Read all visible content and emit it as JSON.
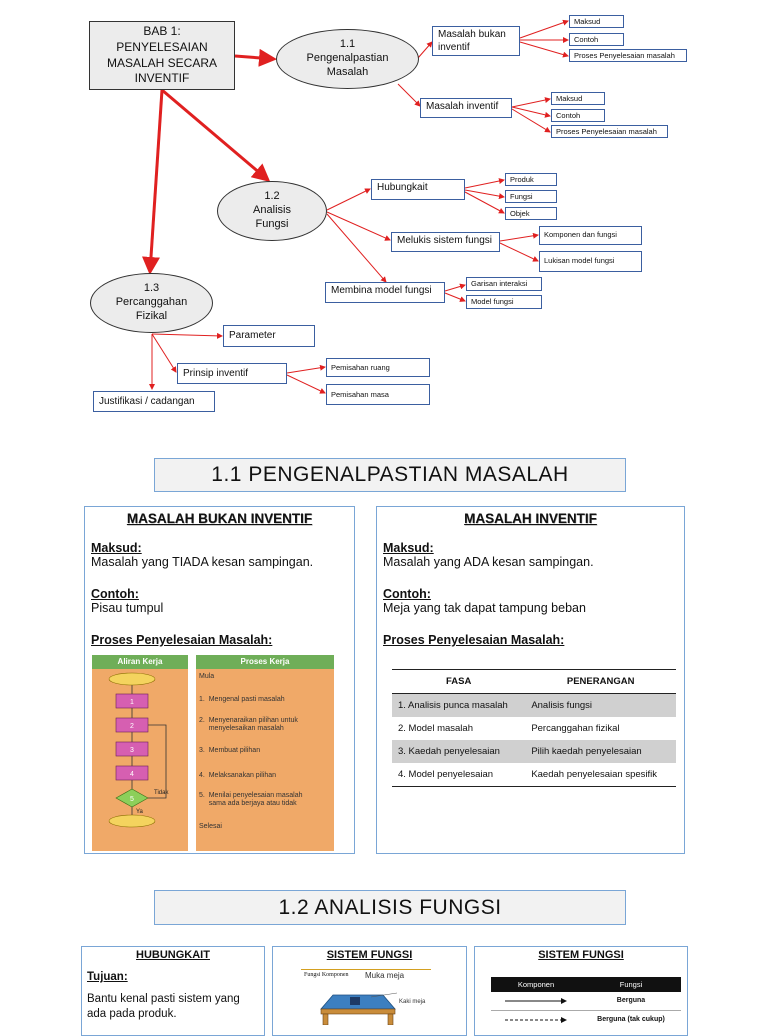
{
  "mindmap": {
    "root": "BAB 1:\nPENYELESAIAN\nMASALAH SECARA\nINVENTIF",
    "topic1": "1.1\nPengenalpastian\nMasalah",
    "topic2": "1.2\nAnalisis\nFungsi",
    "topic3": "1.3\nPercanggahan\nFizikal",
    "t1_branch1": "Masalah bukan inventif",
    "t1_branch2": "Masalah inventif",
    "t1_b1_leaves": [
      "Maksud",
      "Contoh",
      "Proses Penyelesaian masalah"
    ],
    "t1_b2_leaves": [
      "Maksud",
      "Contoh",
      "Proses Penyelesaian masalah"
    ],
    "t2_branch1": "Hubungkait",
    "t2_branch2": "Melukis sistem fungsi",
    "t2_branch3": "Membina model fungsi",
    "t2_b1_leaves": [
      "Produk",
      "Fungsi",
      "Objek"
    ],
    "t2_b2_leaves": [
      "Komponen dan fungsi",
      "Lukisan model fungsi"
    ],
    "t2_b3_leaves": [
      "Garisan interaksi",
      "Model fungsi"
    ],
    "t3_branch1": "Parameter",
    "t3_branch2": "Prinsip inventif",
    "t3_branch3": "Justifikasi / cadangan",
    "t3_b2_leaves": [
      "Pemisahan ruang",
      "Pemisahan masa"
    ]
  },
  "section1": {
    "title": "1.1 PENGENALPASTIAN MASALAH",
    "left": {
      "heading": "MASALAH BUKAN INVENTIF",
      "maksud_label": "Maksud:",
      "maksud_text": "Masalah yang TIADA kesan sampingan.",
      "contoh_label": "Contoh:",
      "contoh_text": "Pisau tumpul",
      "proses_label": "Proses Penyelesaian Masalah:",
      "flow_header_left": "Aliran Kerja",
      "flow_header_right": "Proses Kerja",
      "flow_nodes": [
        "1",
        "2",
        "3",
        "4",
        "5"
      ],
      "flow_tidak": "Tidak",
      "flow_ya": "Ya",
      "steps": [
        "Mula",
        "1.  Mengenal pasti masalah",
        "2.  Menyenaraikan pilihan untuk\n     menyelesaikan masalah",
        "3.  Membuat pilihan",
        "4.  Melaksanakan pilihan",
        "5.  Menilai penyelesaian masalah\n     sama ada berjaya atau tidak",
        "Selesai"
      ]
    },
    "right": {
      "heading": "MASALAH INVENTIF",
      "maksud_label": "Maksud:",
      "maksud_text": "Masalah yang ADA kesan sampingan.",
      "contoh_label": "Contoh:",
      "contoh_text": "Meja yang tak dapat tampung beban",
      "proses_label": "Proses Penyelesaian Masalah:",
      "table_headers": [
        "FASA",
        "PENERANGAN"
      ],
      "table_rows": [
        [
          "1. Analisis punca masalah",
          "Analisis fungsi"
        ],
        [
          "2. Model masalah",
          "Percanggahan fizikal"
        ],
        [
          "3. Kaedah penyelesaian",
          "Pilih kaedah penyelesaian"
        ],
        [
          "4. Model penyelesaian",
          "Kaedah penyelesaian spesifik"
        ]
      ]
    }
  },
  "section2": {
    "title": "1.2 ANALISIS FUNGSI",
    "hubungkait": {
      "heading": "HUBUNGKAIT",
      "tujuan_label": "Tujuan:",
      "tujuan_text": "Bantu kenal pasti sistem yang ada pada produk."
    },
    "sistem1": {
      "heading": "SISTEM FUNGSI",
      "legend_left": "Fungsi Komponen",
      "label_top": "Muka meja",
      "label_side": "Kaki meja"
    },
    "sistem2": {
      "heading": "SISTEM FUNGSI",
      "col_headers": [
        "Komponen",
        "Fungsi"
      ],
      "rows": [
        "Berguna",
        "Berguna (tak cukup)"
      ]
    }
  },
  "colors": {
    "arrow": "#e02020",
    "panel_border": "#7aa6d6",
    "node_border": "#3b5fa0"
  }
}
